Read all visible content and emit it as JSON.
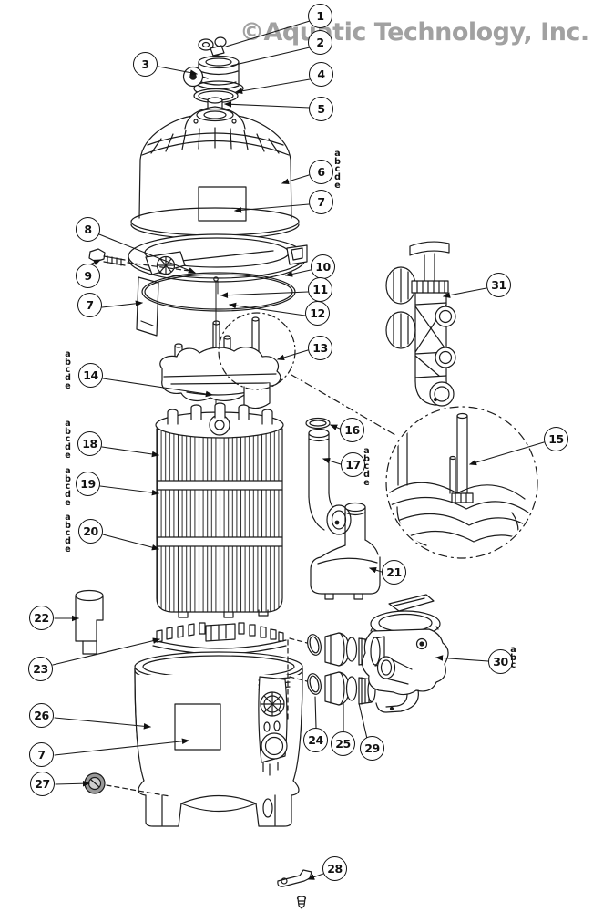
{
  "watermark": "©Aquatic Technology, Inc.",
  "callouts": {
    "c1": "1",
    "c2": "2",
    "c3": "3",
    "c4": "4",
    "c5": "5",
    "c6": "6",
    "c7": "7",
    "c7b": "7",
    "c7c": "7",
    "c8": "8",
    "c9": "9",
    "c10": "10",
    "c11": "11",
    "c12": "12",
    "c13": "13",
    "c14": "14",
    "c15": "15",
    "c16": "16",
    "c17": "17",
    "c18": "18",
    "c19": "19",
    "c20": "20",
    "c21": "21",
    "c22": "22",
    "c23": "23",
    "c24": "24",
    "c25": "25",
    "c26": "26",
    "c27": "27",
    "c28": "28",
    "c29": "29",
    "c30": "30",
    "c31": "31"
  },
  "letter_stacks": {
    "abcde": "abcde",
    "abc": "abc"
  }
}
